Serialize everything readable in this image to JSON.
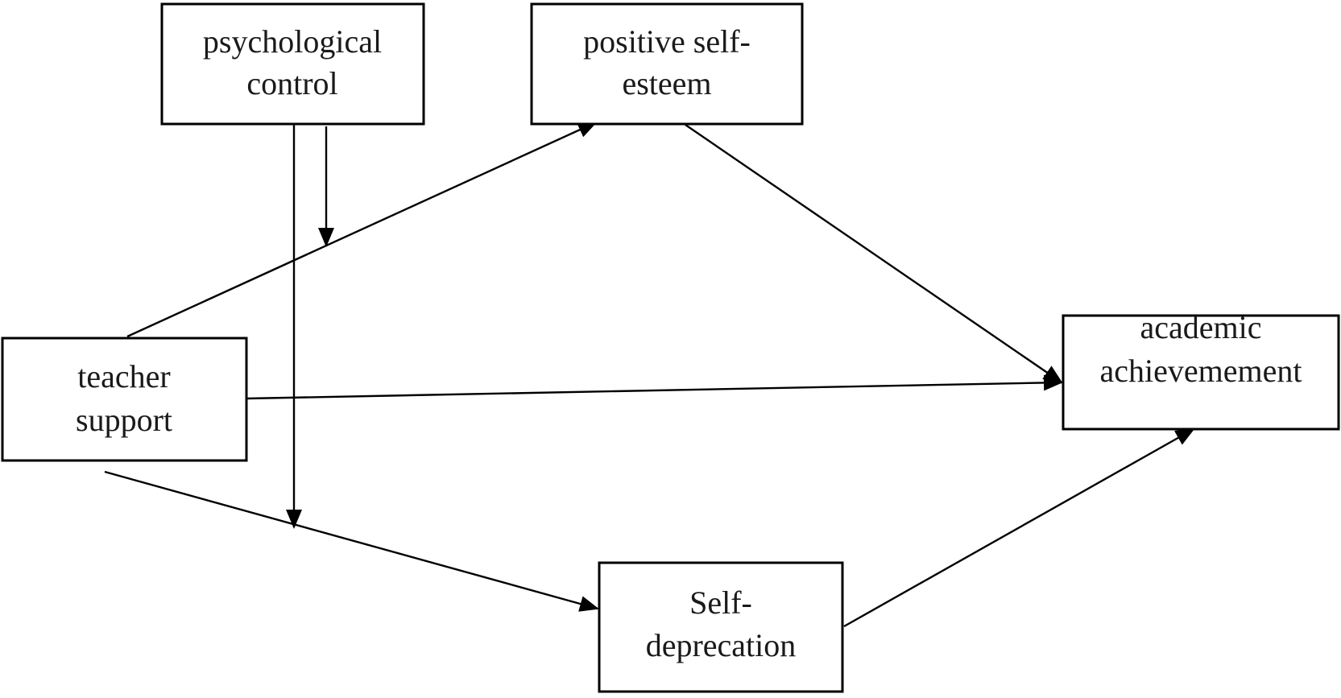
{
  "diagram": {
    "nodes": {
      "psychological_control": {
        "line1": "psychological",
        "line2": "control"
      },
      "positive_self_esteem": {
        "line1": "positive self-",
        "line2": "esteem"
      },
      "teacher_support": {
        "line1": "teacher",
        "line2": "support"
      },
      "academic_achievement": {
        "line1": "academic",
        "line2": "achievemement"
      },
      "self_deprecation": {
        "line1": "Self-",
        "line2": "deprecation"
      }
    },
    "edges": [
      {
        "from": "teacher support",
        "to": "positive self-esteem"
      },
      {
        "from": "positive self-esteem",
        "to": "academic achievemement"
      },
      {
        "from": "teacher support",
        "to": "academic achievemement"
      },
      {
        "from": "teacher support",
        "to": "Self-deprecation"
      },
      {
        "from": "Self-deprecation",
        "to": "academic achievemement"
      },
      {
        "from": "psychological control",
        "to": "teacher support → positive self-esteem path"
      },
      {
        "from": "psychological control",
        "to": "teacher support → Self-deprecation path"
      }
    ],
    "colors": {
      "stroke": "#000000",
      "text": "#1a1a1a",
      "background": "#ffffff"
    }
  }
}
